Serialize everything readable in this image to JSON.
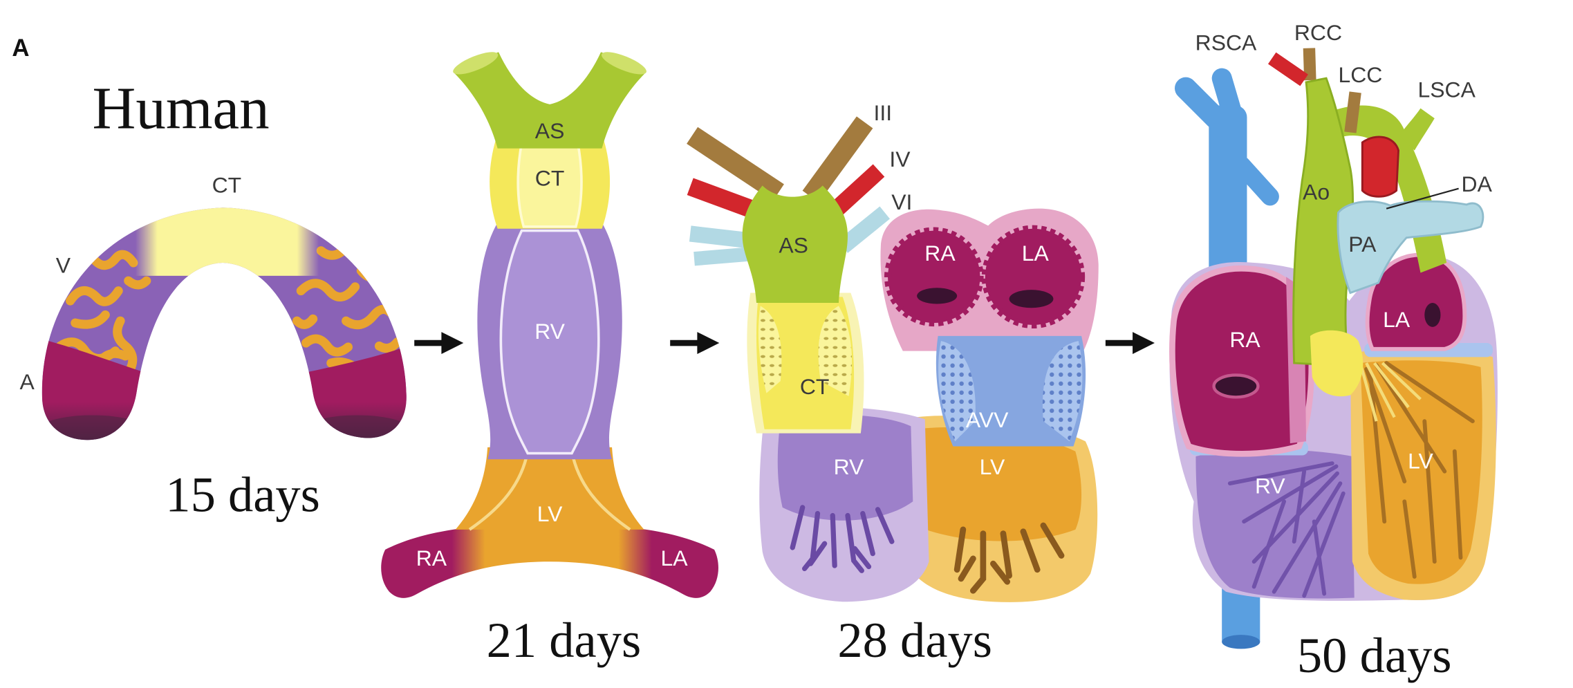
{
  "figure": {
    "panel_label": "A",
    "species": "Human"
  },
  "stages": [
    {
      "age": "15 days",
      "ct": "CT",
      "v": "V",
      "a": "A"
    },
    {
      "age": "21 days",
      "as": "AS",
      "ct": "CT",
      "rv": "RV",
      "lv": "LV",
      "ra": "RA",
      "la": "LA"
    },
    {
      "age": "28 days",
      "iii": "III",
      "iv": "IV",
      "vi": "VI",
      "as": "AS",
      "ra": "RA",
      "la": "LA",
      "ct": "CT",
      "avv": "AVV",
      "rv": "RV",
      "lv": "LV"
    },
    {
      "age": "50 days",
      "rsca": "RSCA",
      "rcc": "RCC",
      "lcc": "LCC",
      "lsca": "LSCA",
      "da": "DA",
      "ao": "Ao",
      "pa": "PA",
      "ra": "RA",
      "la": "LA",
      "rv": "RV",
      "lv": "LV"
    }
  ],
  "icons": {
    "stage_arrow": "arrow-right"
  },
  "colors": {
    "yellow": "#f4e85a",
    "yellow_pale": "#faf59c",
    "green": "#a8c832",
    "green_light": "#cfe06a",
    "purple": "#8a62b6",
    "rv_purple": "#9d80ca",
    "lavender": "#cdb9e3",
    "purple_dark": "#6a4aa4",
    "orange": "#e9a42e",
    "orange_light": "#f3c96a",
    "brown_dark": "#8a5a1e",
    "magenta": "#a11c60",
    "pink": "#e6a7c7",
    "dark_hole": "#3a1230",
    "shadow": "#4a2442",
    "blue": "#5a9fe0",
    "blue_dark": "#3a78c0",
    "light_blue": "#b2d9e4",
    "valve_blue": "#86a6e0",
    "valve_lattice": "#aac4ee",
    "brown": "#a37b3e",
    "red": "#d2262c",
    "text_dark": "#3a3a3a",
    "text_light": "#ffffff",
    "arrow": "#111111"
  }
}
